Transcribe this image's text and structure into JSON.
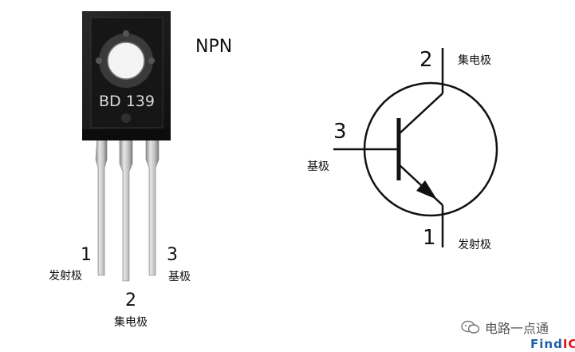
{
  "component": {
    "marking": "BD 139",
    "type_label": "NPN"
  },
  "package_pins": [
    {
      "number": "1",
      "name": "发射极"
    },
    {
      "number": "2",
      "name": "集电极"
    },
    {
      "number": "3",
      "name": "基极"
    }
  ],
  "symbol_pins": {
    "collector": {
      "number": "2",
      "name": "集电极"
    },
    "base": {
      "number": "3",
      "name": "基极"
    },
    "emitter": {
      "number": "1",
      "name": "发射极"
    }
  },
  "watermark": {
    "wechat_text": "电路一点通",
    "logo_find": "Find",
    "logo_ic": "IC"
  },
  "colors": {
    "body": "#1a1a1a",
    "lead": "#c9c9c9",
    "logo_blue": "#1e5fa8",
    "logo_red": "#e8141b"
  }
}
